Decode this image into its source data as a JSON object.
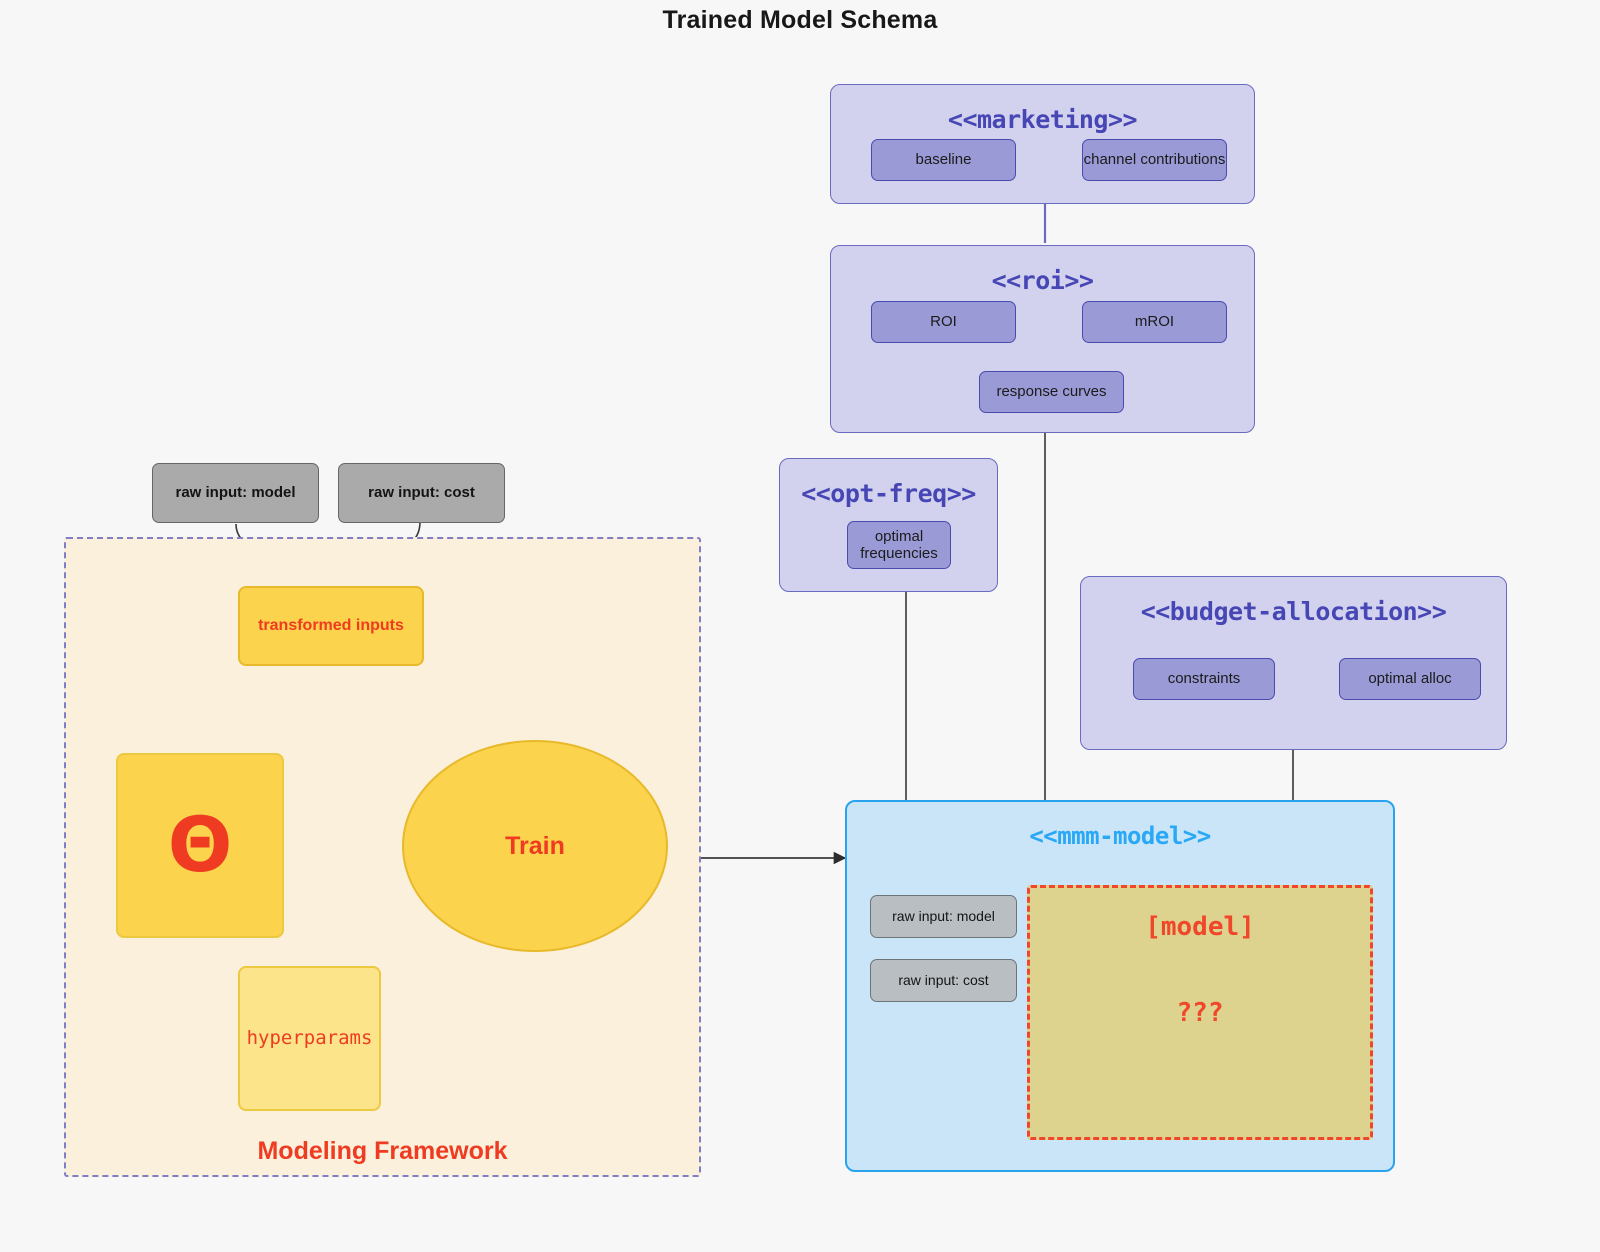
{
  "title": "Trained Model Schema",
  "colors": {
    "background": "#f7f7f7",
    "package_purple_fill": "#d2d2ef",
    "package_purple_border": "#6a6ac0",
    "package_purple_title": "#4646b4",
    "node_purple_fill": "#9a9ad6",
    "node_purple_border": "#4b4baf",
    "package_blue_fill": "#cbe5f8",
    "package_blue_border": "#2aa3ee",
    "package_blue_title": "#29a8f5",
    "framework_fill": "#faf0dc",
    "framework_border": "#7f7fc8",
    "yellow_fill": "#fbd34d",
    "yellow_light_fill": "#fce48b",
    "yellow_border": "#e8b92a",
    "accent_red": "#ef3b21",
    "model_box_fill": "#ddd28e",
    "model_box_border": "#f0462a",
    "gray_fill": "#aaaaaa",
    "gray_border": "#666666",
    "edge_dark": "#3a3a3a"
  },
  "packages": {
    "marketing": {
      "name": "<<marketing>>",
      "nodes": [
        {
          "label": "baseline"
        },
        {
          "label": "channel contributions"
        }
      ]
    },
    "roi": {
      "name": "<<roi>>",
      "nodes": [
        {
          "label": "ROI"
        },
        {
          "label": "mROI"
        },
        {
          "label": "response curves"
        }
      ]
    },
    "opt_freq": {
      "name": "<<opt-freq>>",
      "nodes": [
        {
          "label": "optimal\nfrequencies",
          "line1": "optimal",
          "line2": "frequencies"
        }
      ]
    },
    "budget_allocation": {
      "name": "<<budget-allocation>>",
      "nodes": [
        {
          "label": "constraints"
        },
        {
          "label": "optimal alloc"
        }
      ]
    },
    "mmm_model": {
      "name": "<<mmm-model>>",
      "inputs": [
        {
          "label": "raw input: model"
        },
        {
          "label": "raw input: cost"
        }
      ],
      "model_placeholder": {
        "line1": "[model]",
        "line2": "???"
      }
    }
  },
  "framework": {
    "label": "Modeling Framework",
    "raw_inputs": [
      {
        "label": "raw input: model"
      },
      {
        "label": "raw input: cost"
      }
    ],
    "nodes": [
      {
        "label": "transformed inputs"
      },
      {
        "label": "Θ"
      },
      {
        "label": "hyperparams"
      }
    ],
    "process": {
      "label": "Train"
    }
  }
}
